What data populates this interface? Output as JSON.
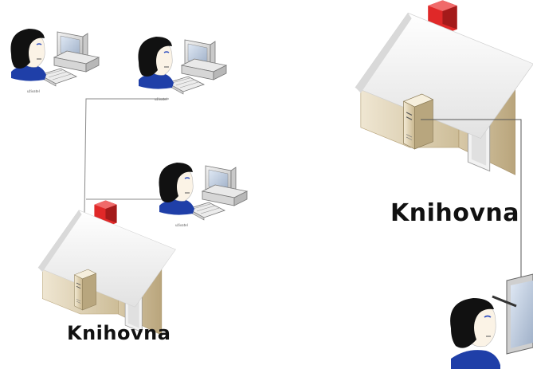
{
  "diagrams": [
    {
      "library_label": "Knihovna",
      "users": [
        {
          "role": "user-with-desktop",
          "badge": "uživatel"
        },
        {
          "role": "user-with-desktop",
          "badge": "uživatel"
        },
        {
          "role": "user-with-desktop",
          "badge": "uživatel"
        }
      ]
    },
    {
      "library_label": "Knihovna",
      "users": [
        {
          "role": "user-with-tablet",
          "badge": ""
        }
      ]
    }
  ],
  "icons": [
    "person-icon",
    "desktop-computer-icon",
    "keyboard-icon",
    "house-icon",
    "server-tower-icon",
    "tablet-icon"
  ],
  "colors": {
    "wall": "#e6dcc6",
    "roof": "#f4f4f4",
    "chimney": "#e02828",
    "hair": "#111111",
    "shirt": "#1f3fa8",
    "line": "#888888"
  }
}
